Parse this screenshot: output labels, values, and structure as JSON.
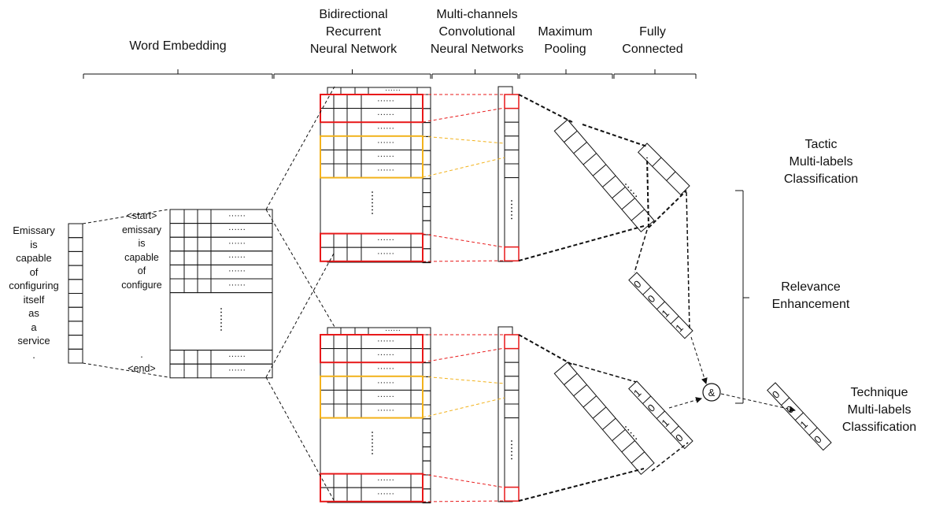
{
  "headers": {
    "word_embedding": "Word Embedding",
    "birnn": [
      "Bidirectional",
      "Recurrent",
      "Neural Network"
    ],
    "mccnn": [
      "Multi-channels",
      "Convolutional",
      "Neural Networks"
    ],
    "max_pooling": [
      "Maximum",
      "Pooling"
    ],
    "fully_connected": [
      "Fully",
      "Connected"
    ]
  },
  "input_words": [
    "Emissary",
    "is",
    "capable",
    "of",
    "configuring",
    "itself",
    "as",
    "a",
    "service",
    "."
  ],
  "tokens": [
    "<start>",
    "emissary",
    "is",
    "capable",
    "of",
    "configure",
    ".",
    "<end>"
  ],
  "dots_h": "······",
  "tactic_bits": [
    "0",
    "0",
    "1",
    "1"
  ],
  "technique_input_bits": [
    "1",
    "0",
    "1",
    "0"
  ],
  "technique_output_bits": [
    "0",
    "0",
    "1",
    "0"
  ],
  "fusion_symbol": "&",
  "tactic_label": [
    "Tactic",
    "Multi-labels",
    "Classification"
  ],
  "relevance_label": [
    "Relevance",
    "Enhancement"
  ],
  "technique_label": [
    "Technique",
    "Multi-labels",
    "Classification"
  ],
  "colors": {
    "red": "#e8191a",
    "yellow": "#f2b21c",
    "line": "#111111"
  }
}
